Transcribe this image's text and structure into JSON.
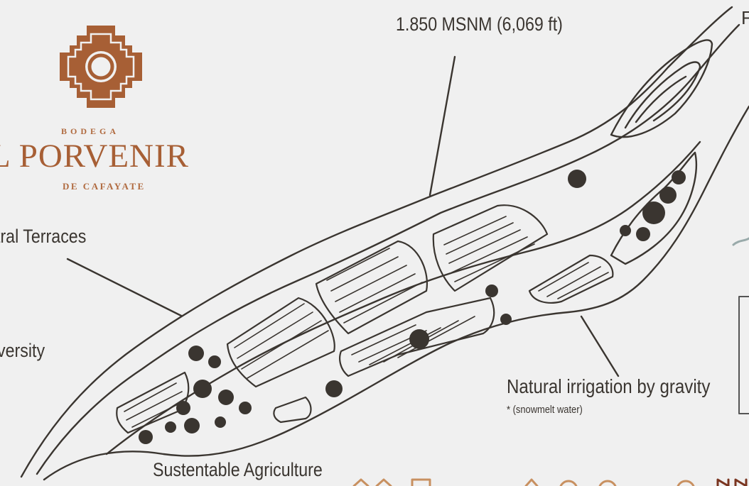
{
  "labels": {
    "altitude": "1.850 MSNM (6,069 ft)",
    "terraces": "tral Terraces",
    "diversity": "versity",
    "irrigation": "Natural irrigation by gravity",
    "irrigation_note": "* (snowmelt water)",
    "agriculture": "Sustentable Agriculture",
    "edge_f": "F"
  },
  "logo": {
    "bodega": "BODEGA",
    "name": "L PORVENIR",
    "subtitle": "DE CAFAYATE",
    "icon": "andean-cross-icon",
    "color": "#a75f35"
  },
  "colors": {
    "background": "#f0f0f0",
    "ink": "#3a3530",
    "brand": "#a75f35"
  }
}
